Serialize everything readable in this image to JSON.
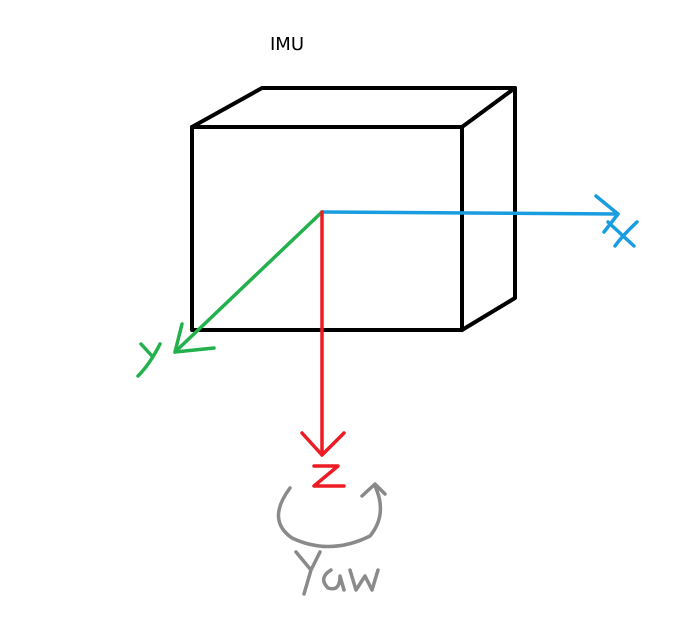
{
  "title": "IMU",
  "axes": {
    "x": {
      "label": "x",
      "color": "#1a9de0"
    },
    "y": {
      "label": "y",
      "color": "#22b14c"
    },
    "z": {
      "label": "z",
      "color": "#ed1c24"
    }
  },
  "rotation": {
    "label": "Yaw",
    "color": "#8a8a8a"
  },
  "box_color": "#000000"
}
